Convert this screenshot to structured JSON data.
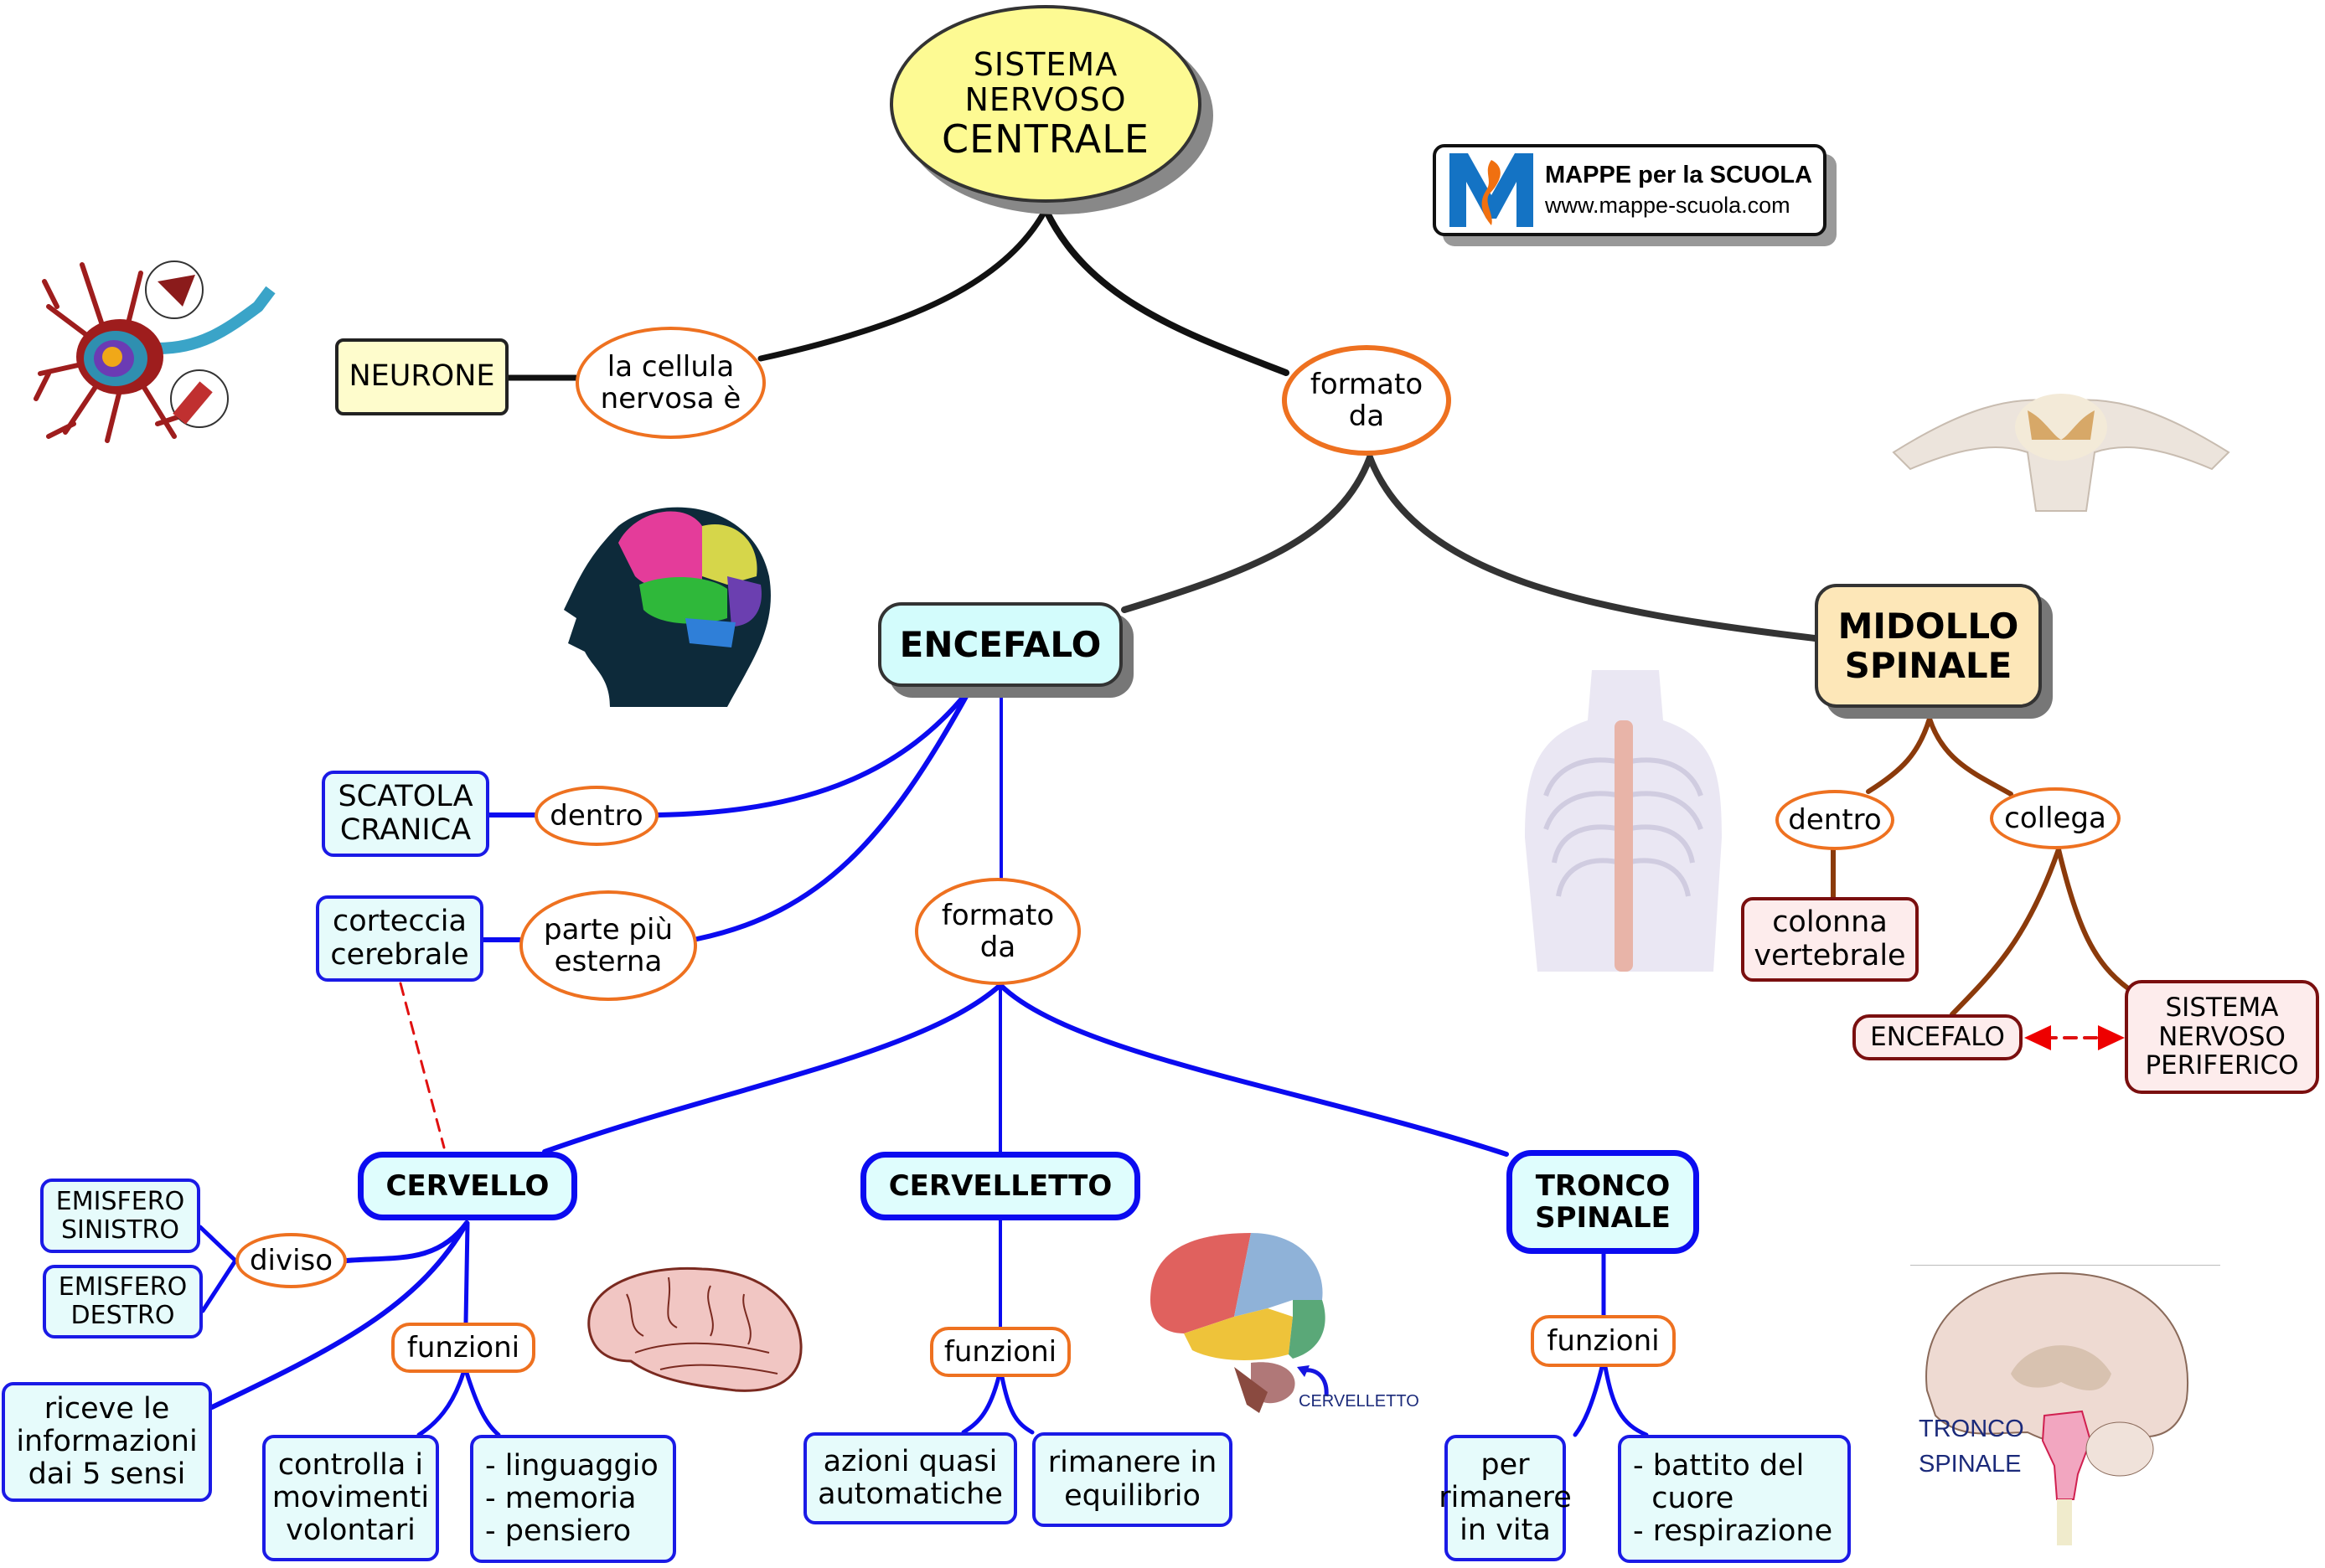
{
  "title": {
    "line1": "SISTEMA",
    "line2": "NERVOSO",
    "line3": "CENTRALE"
  },
  "logo": {
    "name": "MAPPE per la SCUOLA",
    "url": "www.mappe-scuola.com",
    "icon": "m-logo-icon"
  },
  "colors": {
    "root_fill": "#fdfa93",
    "encefalo_links": "#0b0bf0",
    "midollo_links": "#8b3a0b",
    "main_links": "#222222",
    "linking_phrase_border": "#ee7120",
    "dashed_relation": "#e01010"
  },
  "nodes": {
    "neurone": "NEURONE",
    "la_cellula": "la cellula\nnervosa è",
    "formato_da_top": "formato\nda",
    "encefalo": "ENCEFALO",
    "midollo": "MIDOLLO\nSPINALE",
    "scatola": "SCATOLA\nCRANICA",
    "dentro_left": "dentro",
    "corteccia": "corteccia\ncerebrale",
    "parte_piu": "parte più\nesterna",
    "formato_da_mid": "formato\nda",
    "cervello": "CERVELLO",
    "cervelletto": "CERVELLETTO",
    "tronco": "TRONCO\nSPINALE",
    "emisfero_sx": "EMISFERO\nSINISTRO",
    "emisfero_dx": "EMISFERO\nDESTRO",
    "diviso": "diviso",
    "funzioni_cervello": "funzioni",
    "riceve": "riceve le\ninformazioni\ndai 5 sensi",
    "controlla": "controlla i\nmovimenti\nvolontari",
    "linguaggio": "- linguaggio\n- memoria\n- pensiero",
    "funzioni_cervelletto": "funzioni",
    "azioni": "azioni quasi\nautomatiche",
    "equilibrio": "rimanere in\nequilibrio",
    "funzioni_tronco": "funzioni",
    "vita": "per\nrimanere\nin vita",
    "battito": "- battito del\n  cuore\n- respirazione",
    "dentro_right": "dentro",
    "collega": "collega",
    "colonna": "colonna\nvertebrale",
    "encefalo_small": "ENCEFALO",
    "snp": "SISTEMA\nNERVOSO\nPERIFERICO"
  },
  "images": {
    "neuron": "neuron-diagram",
    "head": "head-brain-xray",
    "spinal_section": "spinal-cord-cross-section",
    "spine": "human-spine-back",
    "brain_outline": "brain-outline-drawing",
    "brain_lobes": "brain-lobes-colored",
    "brain_sagittal": "brain-sagittal-section"
  },
  "captions": {
    "cervelletto": "CERVELLETTO",
    "tronco_line1": "TRONCO",
    "tronco_line2": "SPINALE"
  }
}
